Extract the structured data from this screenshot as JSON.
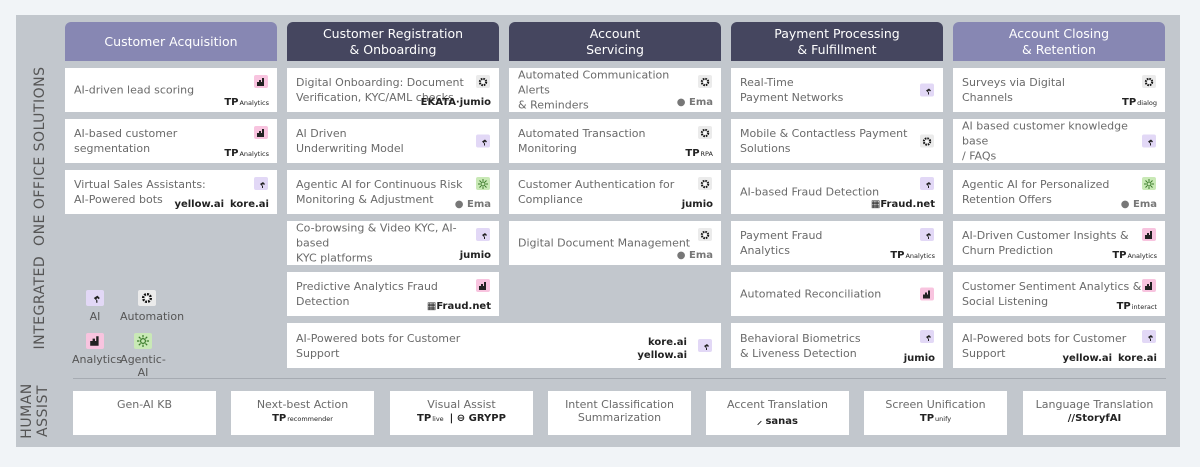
{
  "side_labels": {
    "main": "INTEGRATED  ONE OFFICE SOLUTIONS",
    "human": "HUMAN\nASSIST"
  },
  "badge_colors": {
    "ai": "#e2d8f6",
    "automation": "#ebebeb",
    "analytics": "#f8c4df",
    "agentic": "#c9e9b6"
  },
  "columns": [
    {
      "header": "Customer Acquisition",
      "style": "light",
      "cards": [
        {
          "title": "AI-driven lead scoring",
          "type": "analytics",
          "logos": [
            {
              "main": "TP",
              "sub": "Analytics"
            }
          ]
        },
        {
          "title": "AI-based customer\nsegmentation",
          "type": "analytics",
          "logos": [
            {
              "main": "TP",
              "sub": "Analytics"
            }
          ]
        },
        {
          "title": "Virtual Sales Assistants:\nAI-Powered bots",
          "type": "ai",
          "logos": [
            {
              "main": "yellow.ai",
              "sub": ""
            },
            {
              "main": "kore.ai",
              "sub": ""
            }
          ]
        }
      ]
    },
    {
      "header": "Customer Registration\n& Onboarding",
      "style": "dark",
      "cards": [
        {
          "title": "Digital Onboarding: Document\nVerification, KYC/AML checks",
          "type": "automation",
          "logos": [
            {
              "main": "EKATA·jumio",
              "sub": ""
            }
          ]
        },
        {
          "title": "AI Driven\nUnderwriting Model",
          "type": "ai",
          "logos": []
        },
        {
          "title": "Agentic AI for Continuous Risk\nMonitoring & Adjustment",
          "type": "agentic",
          "logos": [
            {
              "main": "● Ema",
              "sub": ""
            }
          ]
        },
        {
          "title": "Co-browsing & Video KYC, AI-based\nKYC platforms",
          "type": "ai",
          "logos": [
            {
              "main": "jumio",
              "sub": ""
            }
          ]
        },
        {
          "title": "Predictive Analytics Fraud\nDetection",
          "type": "analytics",
          "logos": [
            {
              "main": "▦Fraud.net",
              "sub": ""
            }
          ]
        }
      ]
    },
    {
      "header": "Account\nServicing",
      "style": "dark",
      "cards": [
        {
          "title": "Automated Communication Alerts\n& Reminders",
          "type": "automation",
          "logos": [
            {
              "main": "● Ema",
              "sub": ""
            }
          ]
        },
        {
          "title": "Automated Transaction Monitoring",
          "type": "automation",
          "logos": [
            {
              "main": "TP",
              "sub": "RPA"
            }
          ]
        },
        {
          "title": "Customer Authentication for\nCompliance",
          "type": "automation",
          "logos": [
            {
              "main": "jumio",
              "sub": ""
            }
          ]
        },
        {
          "title": "Digital Document Management",
          "type": "automation",
          "logos": [
            {
              "main": "● Ema",
              "sub": ""
            }
          ]
        }
      ]
    },
    {
      "header": "Payment Processing\n& Fulfillment",
      "style": "dark",
      "cards": [
        {
          "title": "Real-Time\nPayment Networks",
          "type": "ai",
          "logos": []
        },
        {
          "title": "Mobile & Contactless Payment\nSolutions",
          "type": "automation",
          "logos": []
        },
        {
          "title": "AI-based Fraud Detection",
          "type": "ai",
          "logos": [
            {
              "main": "▦Fraud.net",
              "sub": ""
            }
          ]
        },
        {
          "title": "Payment Fraud\nAnalytics",
          "type": "ai",
          "logos": [
            {
              "main": "TP",
              "sub": "Analytics"
            }
          ]
        },
        {
          "title": "Automated Reconciliation",
          "type": "analytics",
          "logos": []
        },
        {
          "title": "Behavioral Biometrics\n& Liveness Detection",
          "type": "ai",
          "logos": [
            {
              "main": "jumio",
              "sub": ""
            }
          ]
        }
      ]
    },
    {
      "header": "Account Closing\n& Retention",
      "style": "light",
      "cards": [
        {
          "title": "Surveys via Digital\nChannels",
          "type": "automation",
          "logos": [
            {
              "main": "TP",
              "sub": "dialog"
            }
          ]
        },
        {
          "title": "AI based customer knowledge base\n/ FAQs",
          "type": "ai",
          "logos": []
        },
        {
          "title": "Agentic AI for Personalized\nRetention Offers",
          "type": "agentic",
          "logos": [
            {
              "main": "● Ema",
              "sub": ""
            }
          ]
        },
        {
          "title": "AI-Driven Customer Insights &\nChurn Prediction",
          "type": "analytics",
          "logos": [
            {
              "main": "TP",
              "sub": "Analytics"
            }
          ]
        },
        {
          "title": "Customer Sentiment Analytics &\nSocial Listening",
          "type": "analytics",
          "logos": [
            {
              "main": "TP",
              "sub": "interact"
            }
          ]
        },
        {
          "title": "AI-Powered bots for Customer\nSupport",
          "type": "ai",
          "logos": [
            {
              "main": "yellow.ai",
              "sub": ""
            },
            {
              "main": "kore.ai",
              "sub": ""
            }
          ]
        }
      ]
    }
  ],
  "shared_card": {
    "title": "AI-Powered bots for Customer Support",
    "type": "ai",
    "logos": [
      {
        "main": "kore.ai",
        "sub": ""
      },
      {
        "main": "yellow.ai",
        "sub": ""
      }
    ]
  },
  "legend": [
    {
      "type": "ai",
      "label": "AI"
    },
    {
      "type": "automation",
      "label": "Automation"
    },
    {
      "type": "analytics",
      "label": "Analytics"
    },
    {
      "type": "agentic",
      "label": "Agentic-AI"
    }
  ],
  "human_assist": [
    {
      "title": "Gen-AI KB",
      "logos": []
    },
    {
      "title": "Next-best Action",
      "logos": [
        {
          "main": "TP",
          "sub": "recommender"
        }
      ]
    },
    {
      "title": "Visual Assist",
      "logos": [
        {
          "main": "TP",
          "sub": "live"
        },
        {
          "main": "| ⊖ GRYPP",
          "sub": ""
        }
      ]
    },
    {
      "title": "Intent Classification\nSummarization",
      "logos": []
    },
    {
      "title": "Accent Translation",
      "logos": [
        {
          "main": "⸝ sanas",
          "sub": ""
        }
      ]
    },
    {
      "title": "Screen Unification",
      "logos": [
        {
          "main": "TP",
          "sub": "unify"
        }
      ]
    },
    {
      "title": "Language Translation",
      "logos": [
        {
          "main": "//StoryfAI",
          "sub": ""
        }
      ]
    }
  ]
}
